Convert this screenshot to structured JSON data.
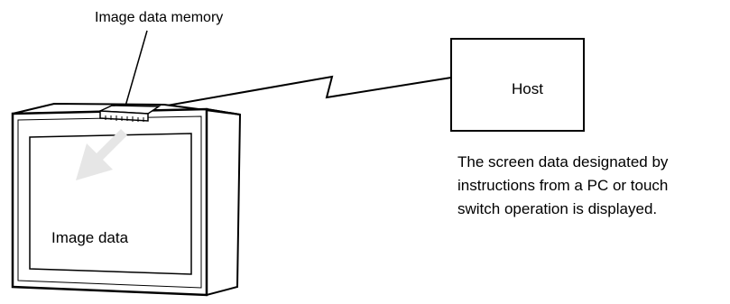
{
  "labels": {
    "memory": "Image data memory",
    "host": "Host",
    "image_data": "Image data",
    "description": [
      "The screen data designated by",
      "instructions from a PC or touch",
      "switch operation is displayed."
    ]
  },
  "colors": {
    "line": "#000000",
    "arrow_fill": "#e6e6e6",
    "background": "#ffffff"
  }
}
